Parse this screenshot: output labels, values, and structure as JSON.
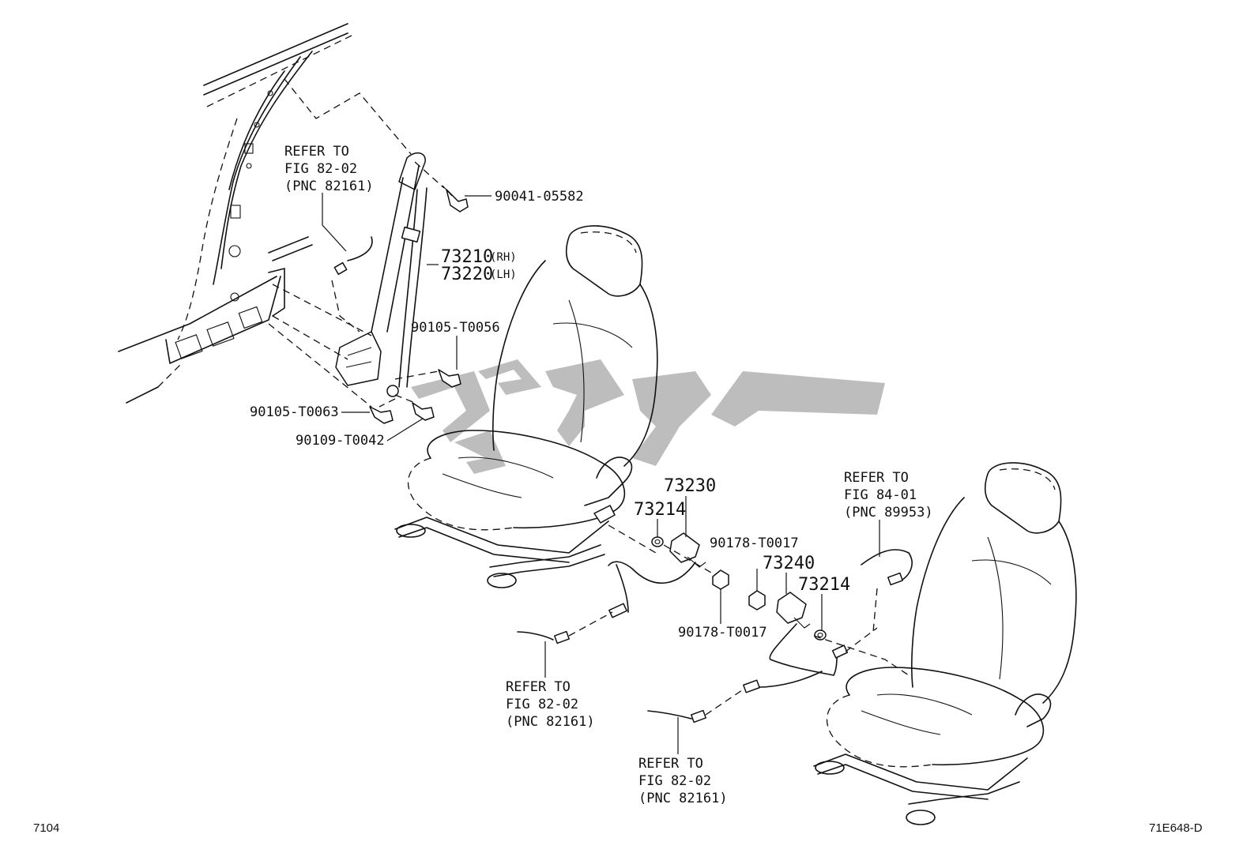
{
  "labels": {
    "bolt_top": "90041-05582",
    "belt_rh_pnc": "73210",
    "belt_rh_suffix": "(RH)",
    "belt_lh_pnc": "73220",
    "belt_lh_suffix": "(LH)",
    "bolt_0056": "90105-T0056",
    "bolt_0063": "90105-T0063",
    "bolt_0042": "90109-T0042",
    "buckle_front": "73230",
    "washer_a": "73214",
    "nut_a": "90178-T0017",
    "nut_b": "90178-T0017",
    "buckle_rear": "73240",
    "washer_b": "73214"
  },
  "refs": {
    "top_left": [
      "REFER TO",
      "FIG 82-02",
      "(PNC 82161)"
    ],
    "right": [
      "REFER TO",
      "FIG 84-01",
      "(PNC 89953)"
    ],
    "bottom_mid": [
      "REFER TO",
      "FIG 82-02",
      "(PNC 82161)"
    ],
    "bottom_low": [
      "REFER TO",
      "FIG 82-02",
      "(PNC 82161)"
    ]
  },
  "footer": {
    "page_code": "7104",
    "figure_code": "71E648-D"
  }
}
